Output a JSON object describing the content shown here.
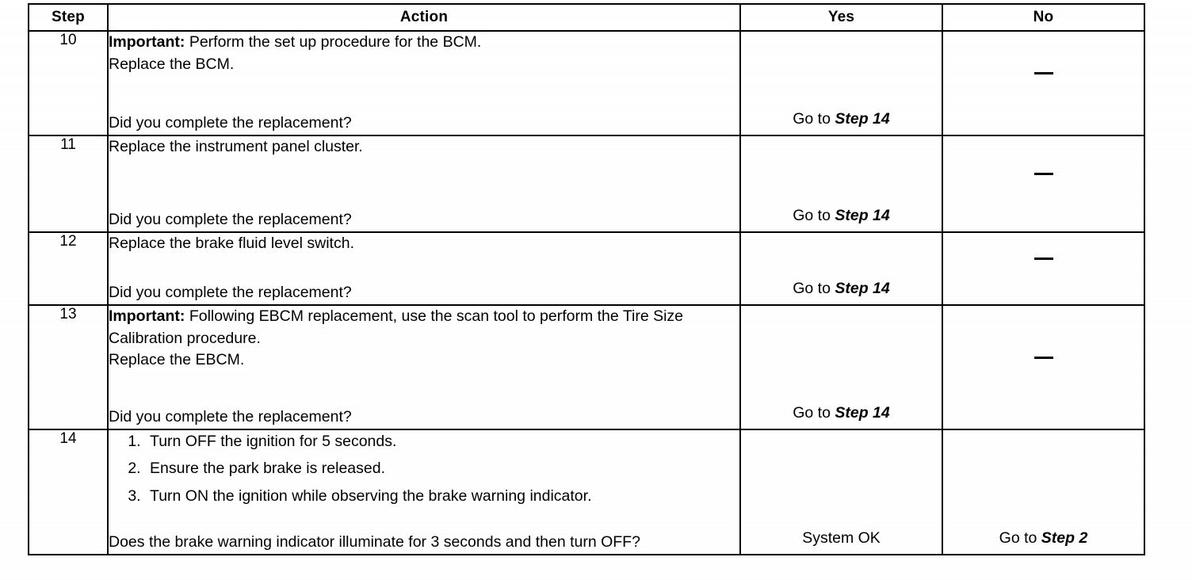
{
  "document": {
    "type": "diagnostic-procedure-table",
    "ink_color": "#000000",
    "paper_color": "#ffffff"
  },
  "table": {
    "headers": {
      "step": "Step",
      "action": "Action",
      "yes": "Yes",
      "no": "No"
    },
    "rows": [
      {
        "step": "10",
        "action": {
          "lead_label": "Important:",
          "lead_text": " Perform the set up procedure for the BCM.",
          "line2": "Replace the BCM.",
          "question": "Did you complete the replacement?"
        },
        "yes": {
          "prefix": "Go to ",
          "emphasis": "Step 14"
        },
        "no": {
          "dash": true
        }
      },
      {
        "step": "11",
        "action": {
          "line1": "Replace the instrument panel cluster.",
          "question": "Did you complete the replacement?"
        },
        "yes": {
          "prefix": "Go to ",
          "emphasis": "Step 14"
        },
        "no": {
          "dash": true
        }
      },
      {
        "step": "12",
        "action": {
          "line1": "Replace the brake fluid level switch.",
          "question": "Did you complete the replacement?"
        },
        "yes": {
          "prefix": "Go to ",
          "emphasis": "Step 14"
        },
        "no": {
          "dash": true
        }
      },
      {
        "step": "13",
        "action": {
          "lead_label": "Important:",
          "lead_text": " Following EBCM replacement, use the scan tool to perform the Tire Size Calibration procedure.",
          "line2": "Replace the EBCM.",
          "question": "Did you complete the replacement?"
        },
        "yes": {
          "prefix": "Go to ",
          "emphasis": "Step 14"
        },
        "no": {
          "dash": true
        }
      },
      {
        "step": "14",
        "action": {
          "list": [
            "Turn OFF the ignition for 5 seconds.",
            "Ensure the park brake is released.",
            "Turn ON the ignition while observing the brake warning indicator."
          ],
          "question": "Does the brake warning indicator illuminate for 3 seconds and then turn OFF?"
        },
        "yes": {
          "prefix": "System OK",
          "emphasis": ""
        },
        "no": {
          "prefix": "Go to ",
          "emphasis": "Step 2"
        }
      }
    ]
  }
}
